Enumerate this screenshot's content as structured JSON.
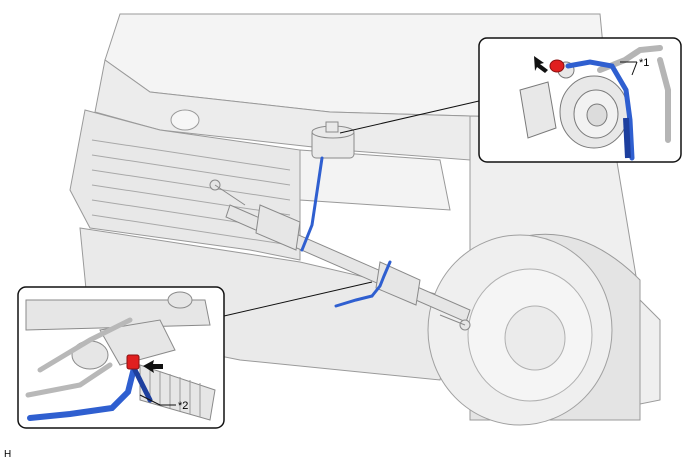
{
  "callouts": {
    "upper": "*1",
    "lower": "*2"
  },
  "figure_code": "H",
  "colors": {
    "hose": "#2f5fd0",
    "hose_dark": "#1d3f9e",
    "clamp": "#e01f1f",
    "outline": "#8a8a8a",
    "body": "#efefef",
    "inset_border": "#111111"
  },
  "icons": [
    "arrow-icon"
  ]
}
